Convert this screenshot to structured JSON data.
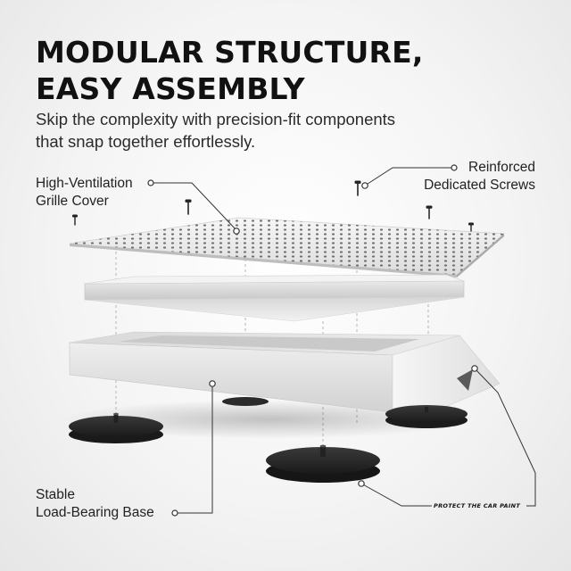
{
  "headline": {
    "line1": "MODULAR STRUCTURE,",
    "line2": "EASY ASSEMBLY"
  },
  "subhead": {
    "line1": "Skip the complexity with precision-fit components",
    "line2": "that snap together effortlessly."
  },
  "callouts": {
    "grille": {
      "line1": "High-Ventilation",
      "line2": "Grille Cover"
    },
    "screws": {
      "line1": "Reinforced",
      "line2": "Dedicated Screws"
    },
    "base": {
      "line1": "Stable",
      "line2": "Load-Bearing Base"
    },
    "paint": {
      "label": "PROTECT THE CAR PAINT"
    }
  },
  "colors": {
    "background": "#f4f4f4",
    "frame": "#e2e2e2",
    "feet": "#2a2a2a",
    "text": "#111111"
  }
}
